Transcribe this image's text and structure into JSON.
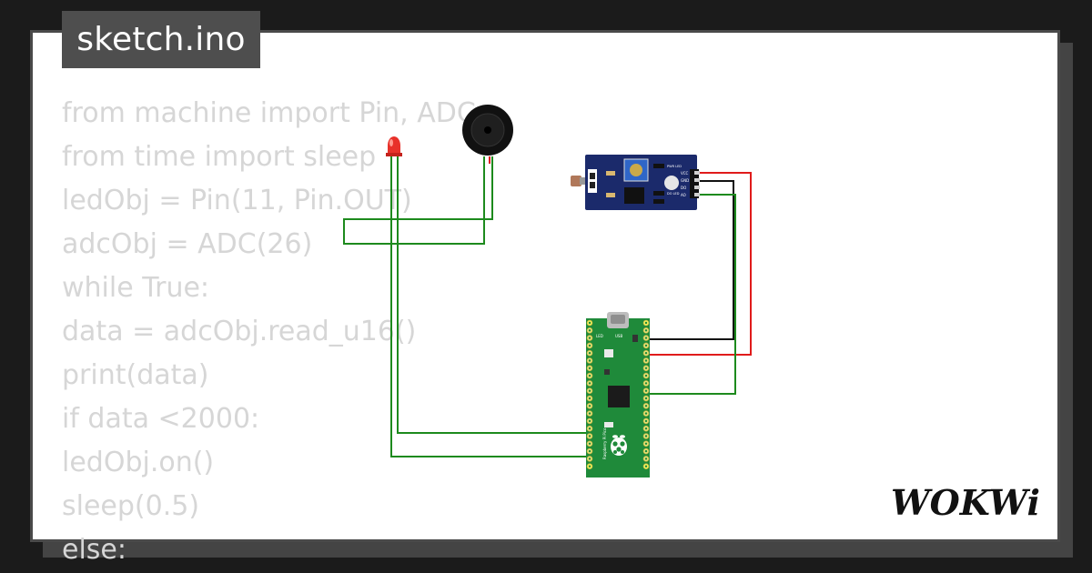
{
  "file_tab": {
    "label": "sketch.ino"
  },
  "code_lines": [
    "from machine import Pin, ADC",
    "from time import sleep",
    "ledObj = Pin(11, Pin.OUT)",
    "adcObj = ADC(26)",
    "while True:",
    "data = adcObj.read_u16()",
    "print(data)",
    "if data <2000:",
    "ledObj.on()",
    "sleep(0.5)",
    "else:"
  ],
  "sensor_module": {
    "pin_labels": [
      "VCC",
      "GND",
      "DO",
      "AO"
    ],
    "led_labels": [
      "PWR LED",
      "DO LED"
    ]
  },
  "pico": {
    "usb_label": "USB",
    "led_label": "LED",
    "board_text": "Raspberry Pi Pico"
  },
  "brand": {
    "logo": "WOKWi"
  },
  "colors": {
    "background": "#1b1b1b",
    "tab": "#4e4e4e",
    "code_text": "#d6d6d6",
    "wire_green": "#1d8a1d",
    "wire_red": "#e01b1b",
    "wire_black": "#111111",
    "pcb_blue": "#1b2a6b",
    "pcb_green": "#1f8a3a"
  },
  "icons": [
    "led-icon",
    "buzzer-icon",
    "ldr-sensor-module",
    "raspberry-pi-pico-board",
    "raspberry-logo-icon",
    "wokwi-logo"
  ]
}
